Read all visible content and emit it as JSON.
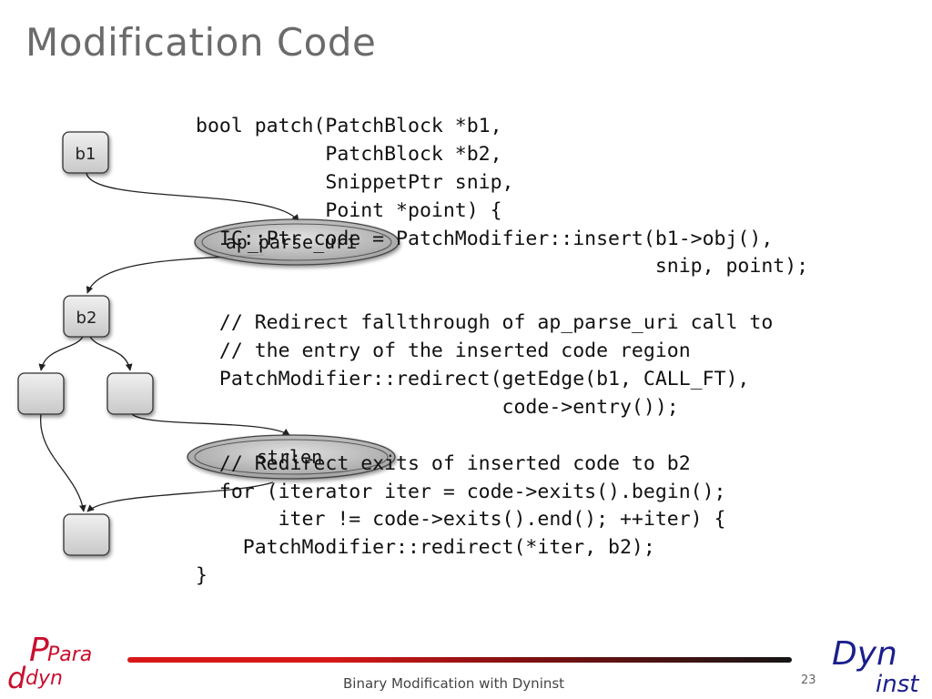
{
  "slide": {
    "title": "Modification Code",
    "footer": "Binary Modification with Dyninst",
    "page_number": "23"
  },
  "code_lines": [
    "bool patch(PatchBlock *b1,",
    "           PatchBlock *b2,",
    "           SnippetPtr snip,",
    "           Point *point) {",
    "  IC::Ptr code = PatchModifier::insert(b1->obj(),",
    "                                       snip, point);",
    "",
    "  // Redirect fallthrough of ap_parse_uri call to",
    "  // the entry of the inserted code region",
    "  PatchModifier::redirect(getEdge(b1, CALL_FT),",
    "                          code->entry());",
    "",
    "  // Redirect exits of inserted code to b2",
    "  for (iterator iter = code->exits().begin();",
    "       iter != code->exits().end(); ++iter) {",
    "    PatchModifier::redirect(*iter, b2);",
    "}"
  ],
  "diagram": {
    "block_b1": "b1",
    "block_b2": "b2",
    "oval_top": "ap_parse_uri",
    "oval_bottom": "strlen"
  },
  "logos": {
    "left_para": "Para",
    "left_dyn": "dyn",
    "right_dyn": "Dyn",
    "right_inst": "inst"
  },
  "colors": {
    "title": "#6b6b6b",
    "paradyn_red": "#c8102e",
    "dyninst_blue": "#1a1f8c",
    "box_fill": "#d9d9d9",
    "oval_fill": "#c4c4c4"
  }
}
